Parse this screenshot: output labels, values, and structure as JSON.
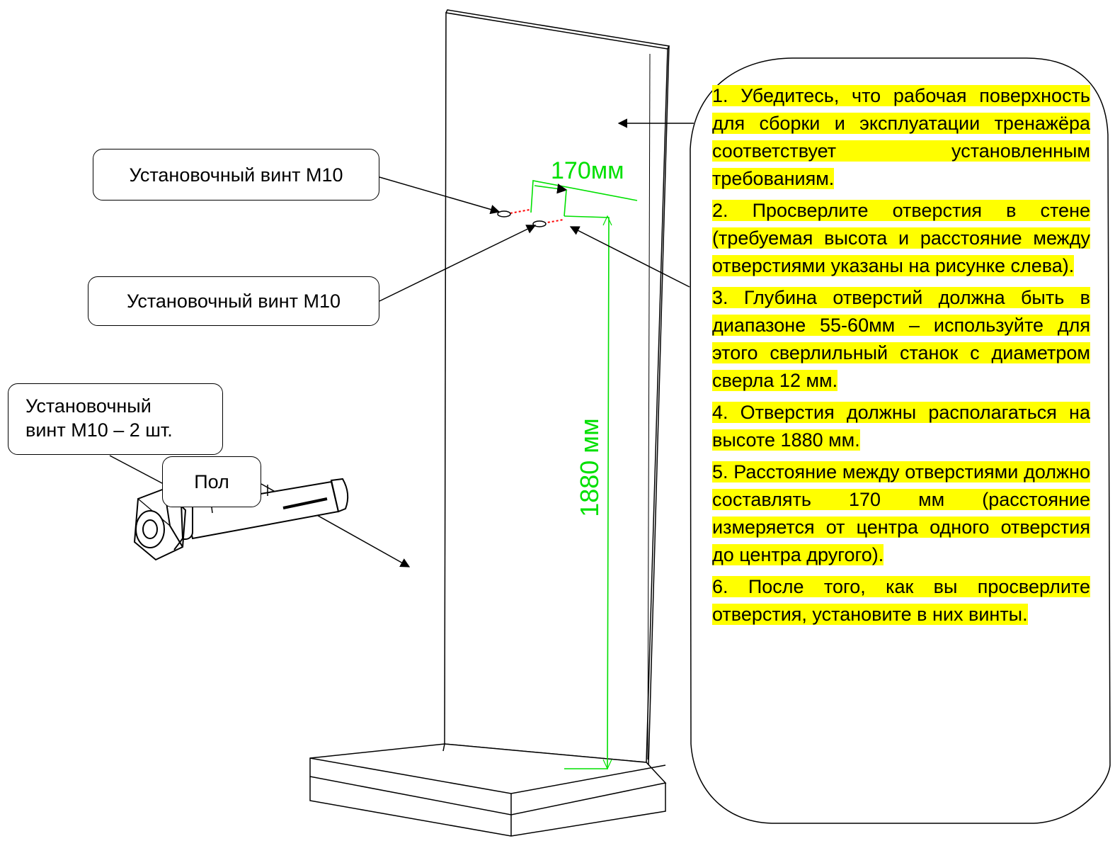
{
  "callouts": {
    "screw_1": "Установочный винт М10",
    "screw_2": "Установочный винт М10",
    "screw_kit_line1": "Установочный",
    "screw_kit_line2": "винт М10 – 2 шт.",
    "floor": "Пол"
  },
  "dimensions": {
    "horizontal": "170мм",
    "vertical": "1880 мм"
  },
  "instructions": [
    "1. Убедитесь, что рабочая поверхность для сборки и эксплуатации тренажёра соответствует установленным требованиям.",
    "2. Просверлите отверстия в стене (требуемая высота и расстояние между отверстиями указаны на рисунке слева).",
    "3. Глубина отверстий должна быть в диапазоне 55-60мм – используйте для этого сверлильный станок с диаметром сверла 12 мм.",
    "4. Отверстия должны располагаться на высоте 1880 мм.",
    "5. Расстояние между отверстиями должно составлять 170 мм (расстояние измеряется от центра одного отверстия до центра другого).",
    "6. После того, как вы просверлите отверстия, установите в них винты."
  ],
  "colors": {
    "highlight": "#ffff00",
    "dimension": "#00e000",
    "hole_marker": "#ff0000"
  },
  "icons": {
    "anchor_bolt": "anchor-bolt-icon"
  }
}
